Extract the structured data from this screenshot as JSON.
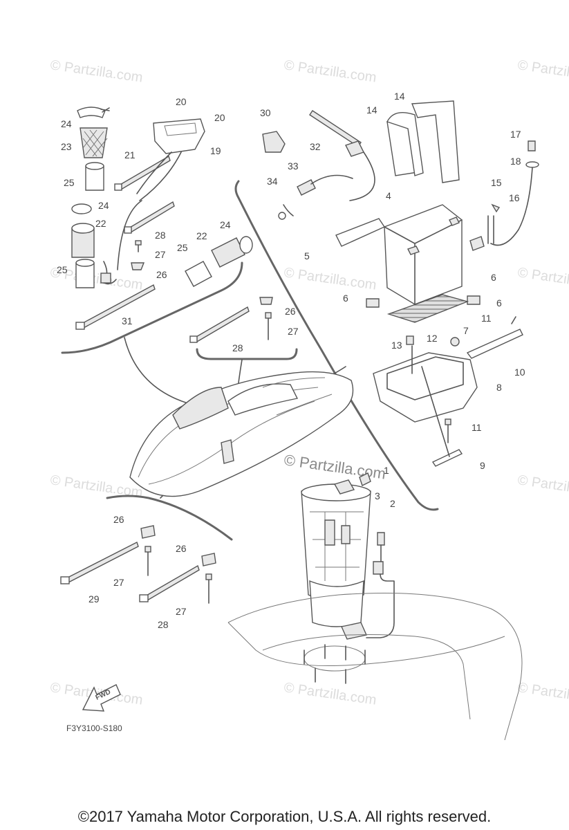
{
  "diagram": {
    "watermark": "© Partzilla.com",
    "center_watermark": "© Partzilla.com",
    "ref_code": "F3Y3100-S180",
    "fwd_label": "FWD",
    "copyright": "©2017  Yamaha Motor Corporation, U.S.A. All rights reserved.",
    "callouts": [
      "1",
      "2",
      "3",
      "4",
      "5",
      "6",
      "6",
      "6",
      "7",
      "8",
      "9",
      "10",
      "11",
      "11",
      "12",
      "13",
      "14",
      "14",
      "15",
      "16",
      "17",
      "18",
      "19",
      "20",
      "20",
      "21",
      "22",
      "22",
      "23",
      "24",
      "24",
      "24",
      "25",
      "25",
      "25",
      "26",
      "26",
      "26",
      "26",
      "27",
      "27",
      "27",
      "27",
      "28",
      "28",
      "28",
      "29",
      "30",
      "31",
      "32",
      "33",
      "34"
    ]
  }
}
